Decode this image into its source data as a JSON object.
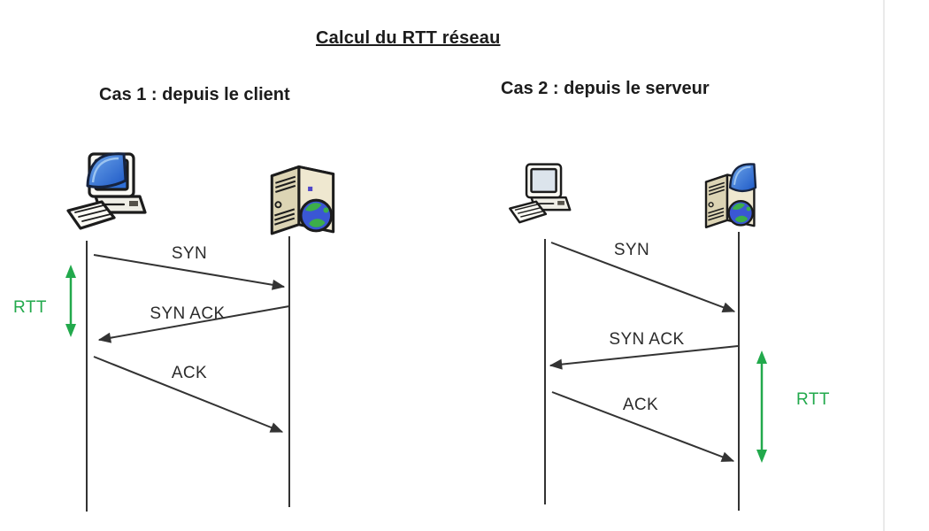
{
  "title": "Calcul du RTT réseau",
  "cases": [
    {
      "heading": "Cas 1 : depuis le client",
      "measured_from": "client",
      "rtt_label": "RTT",
      "actors": [
        "client",
        "serveur"
      ],
      "messages": [
        {
          "label": "SYN",
          "from": "client",
          "to": "serveur"
        },
        {
          "label": "SYN ACK",
          "from": "serveur",
          "to": "client"
        },
        {
          "label": "ACK",
          "from": "client",
          "to": "serveur"
        }
      ]
    },
    {
      "heading": "Cas 2 : depuis le serveur",
      "measured_from": "serveur",
      "rtt_label": "RTT",
      "actors": [
        "client",
        "serveur"
      ],
      "messages": [
        {
          "label": "SYN",
          "from": "client",
          "to": "serveur"
        },
        {
          "label": "SYN ACK",
          "from": "serveur",
          "to": "client"
        },
        {
          "label": "ACK",
          "from": "client",
          "to": "serveur"
        }
      ]
    }
  ],
  "colors": {
    "rtt_green": "#22a94c",
    "diagram_line": "#333333",
    "icon_page_blue": "#1d58c6",
    "globe_blue": "#3a57d4",
    "globe_green": "#3cae4a",
    "server_beige": "#dcd4b4"
  }
}
